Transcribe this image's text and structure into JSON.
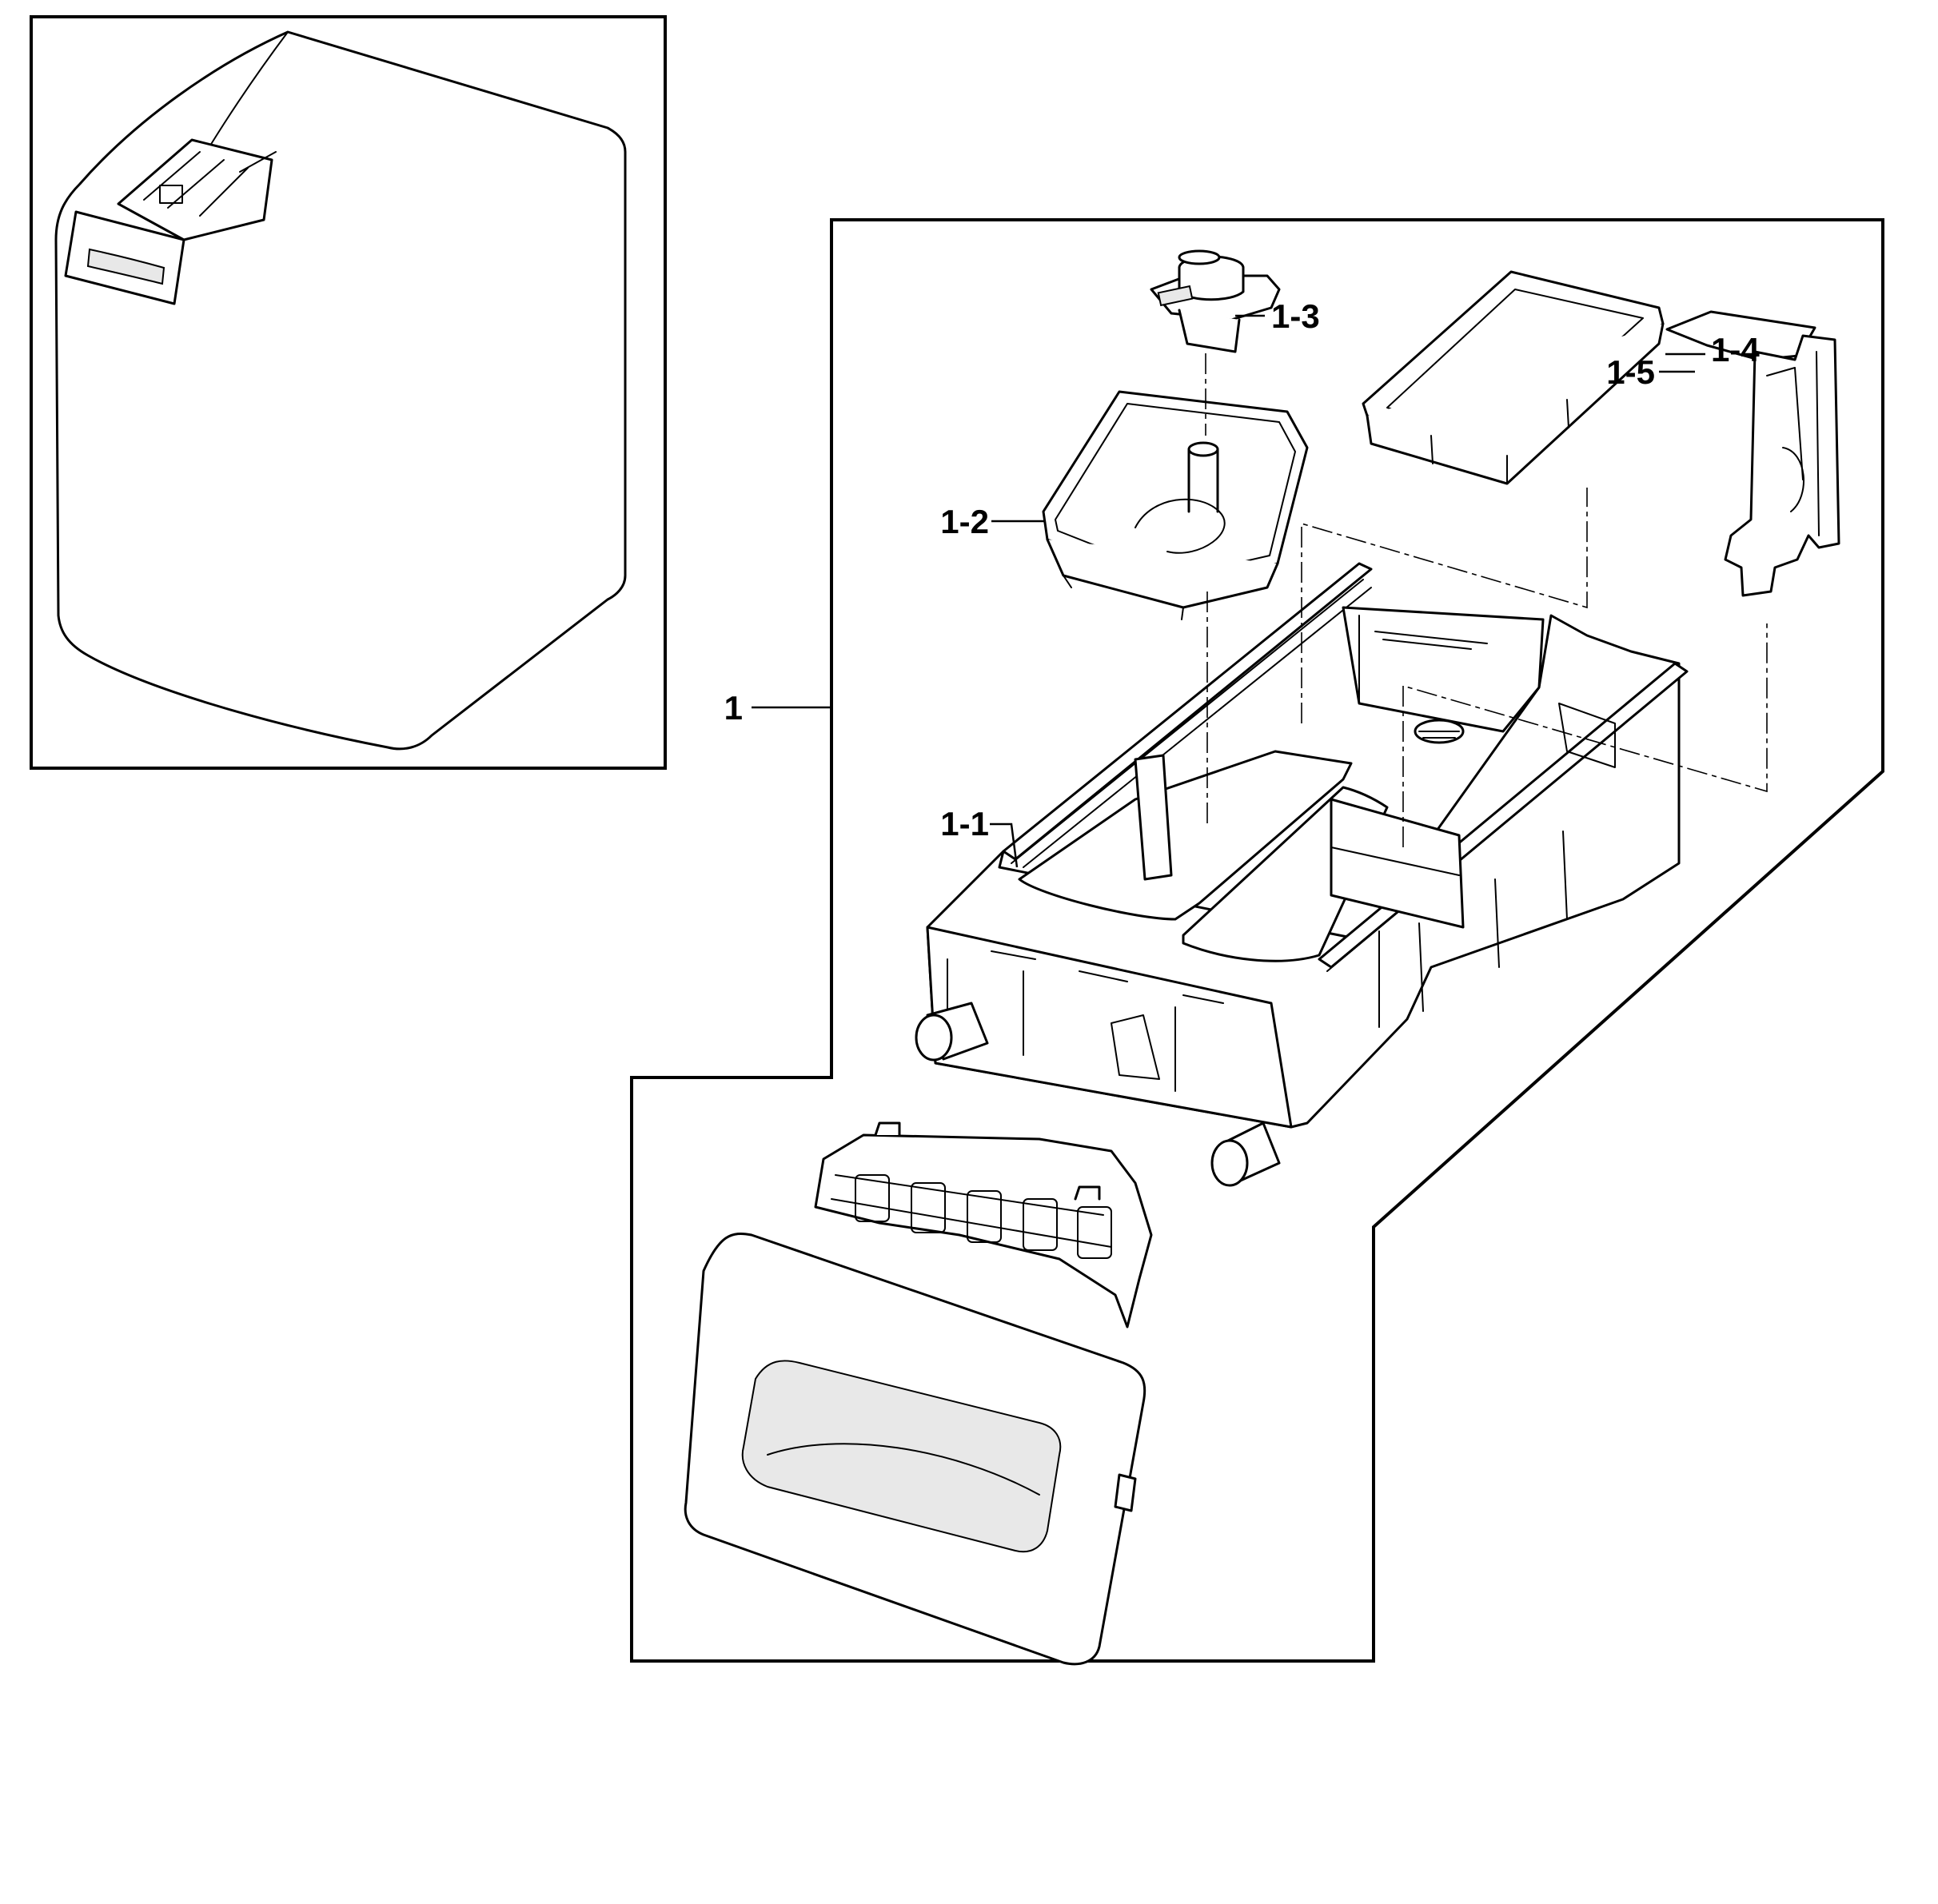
{
  "diagram": {
    "callouts": {
      "assembly": "1",
      "case": "1-1",
      "softener_cup": "1-2",
      "siphon_cap": "1-3",
      "tray_cover": "1-4",
      "liquid_guide": "1-5"
    }
  }
}
